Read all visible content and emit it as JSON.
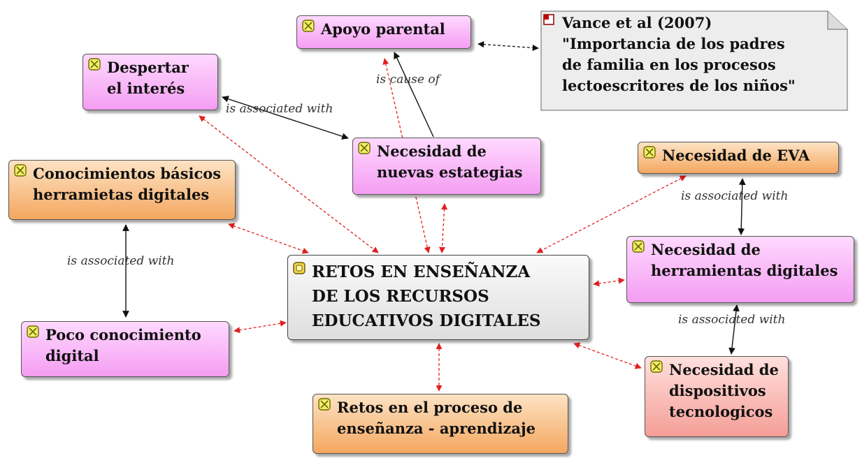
{
  "diagram": {
    "nodes": {
      "apoyo_parental": "Apoyo parental",
      "despertar": "Despertar\nel interés",
      "estrategias": "Necesidad de\nnuevas estategias",
      "conocimientos": "Conocimientos básicos\nherramietas digitales",
      "central": "RETOS EN ENSEÑANZA\nDE LOS RECURSOS\nEDUCATIVOS DIGITALES",
      "eva": "Necesidad de EVA",
      "herramientas": "Necesidad de\nherramientas digitales",
      "poco_conocimiento": "Poco conocimiento\ndigital",
      "retos_proceso": "Retos en el proceso de\nenseñanza - aprendizaje",
      "dispositivos": "Necesidad de\ndispositivos\ntecnologicos"
    },
    "note": "Vance et al (2007)\n\"Importancia de los padres\nde familia en los procesos\nlectoescritores de los niños\"",
    "relations": {
      "is_cause_of": "is cause of",
      "assoc_despertar": "is associated with",
      "assoc_conocimientos": "is associated with",
      "assoc_eva": "is associated with",
      "assoc_herramientas": "is associated with"
    },
    "colors": {
      "pink_node": "#f49df2",
      "orange_node": "#f4a75f",
      "salmon_node": "#f59e97",
      "central_node": "#dedede",
      "dashed_link": "#e02020",
      "solid_link": "#111111"
    },
    "icons": {
      "concept": "concept-icon",
      "note": "note-icon"
    }
  }
}
